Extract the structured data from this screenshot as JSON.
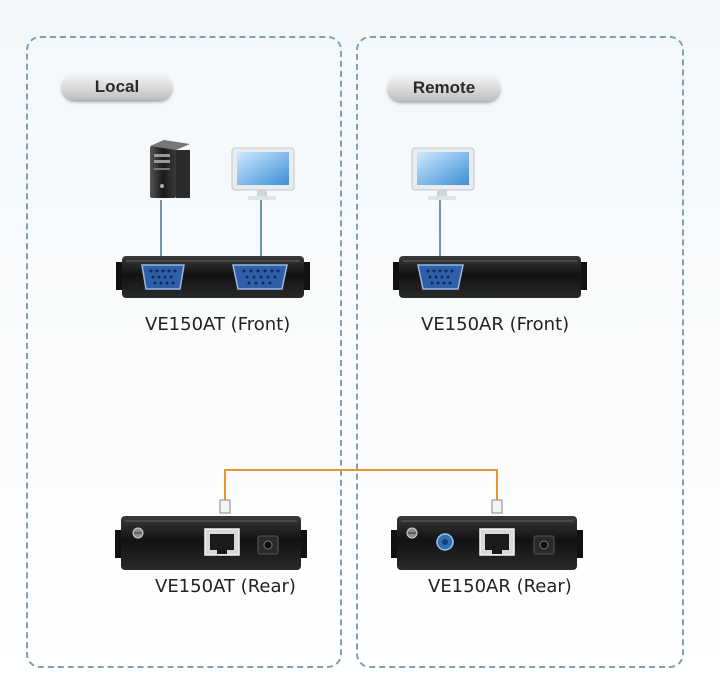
{
  "panels": {
    "local": {
      "label": "Local"
    },
    "remote": {
      "label": "Remote"
    }
  },
  "devices": {
    "local_front": "VE150AT (Front)",
    "remote_front": "VE150AR (Front)",
    "local_rear": "VE150AT (Rear)",
    "remote_rear": "VE150AR (Rear)"
  },
  "icons": {
    "computer": "desktop-tower-icon",
    "monitor": "monitor-icon",
    "vga_port": "vga-port-icon",
    "rj45_port": "rj45-port-icon",
    "power_jack": "power-jack-icon",
    "grounding_screw": "grounding-screw-icon",
    "adjust_knob": "adjust-knob-icon"
  },
  "colors": {
    "panel_border": "#7f9fb6",
    "cable_vga": "#6f96ad",
    "cable_cat5": "#e8962e",
    "device_body": "#1c1c1c",
    "vga_port": "#2f5fa8"
  }
}
